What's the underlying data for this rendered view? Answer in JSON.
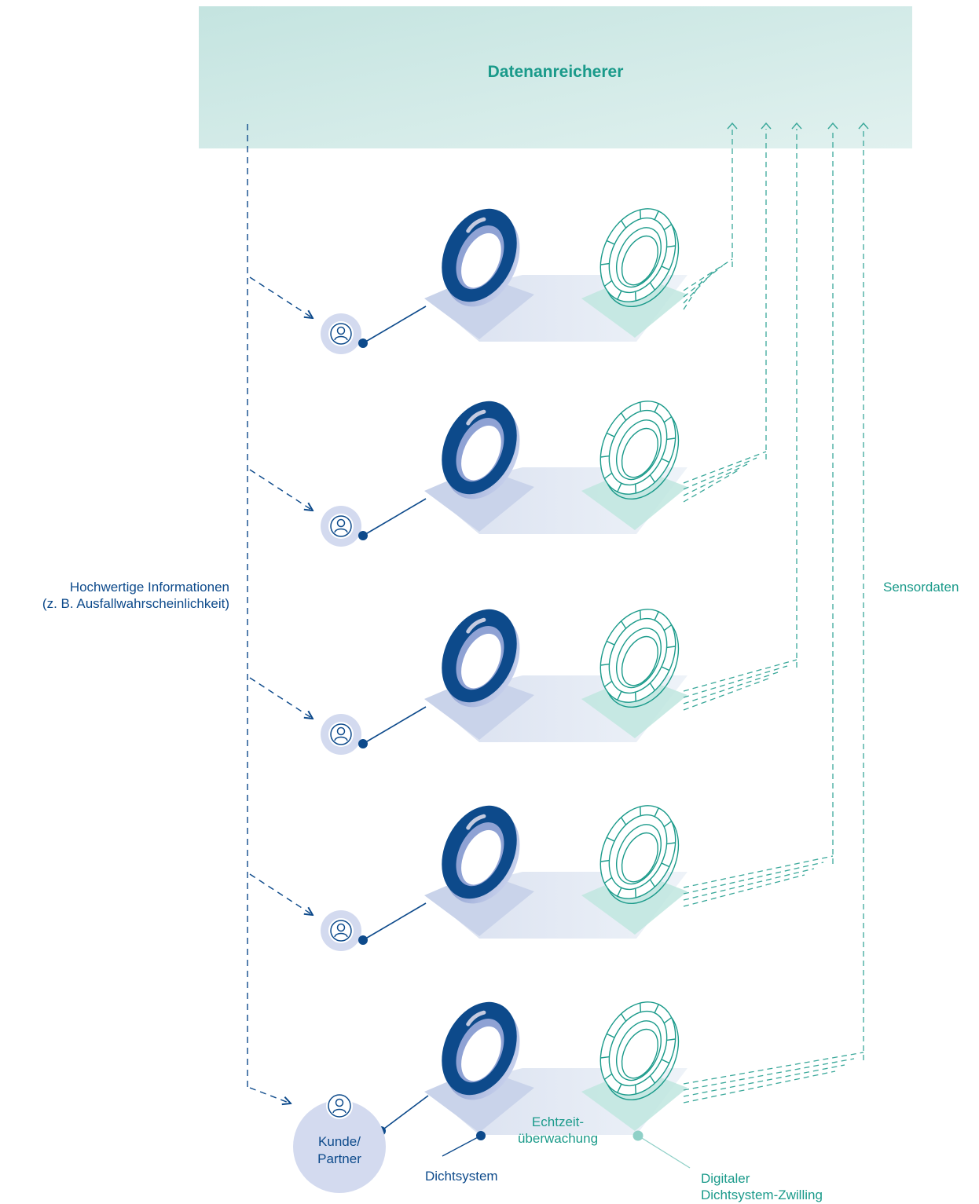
{
  "title": "Datenanreicherer",
  "left_label": [
    "Hochwertige Informationen",
    "(z. B. Ausfallwahrscheinlichkeit)"
  ],
  "right_label": "Sensordaten",
  "customer_label": [
    "Kunde/",
    "Partner"
  ],
  "realtime_label": [
    "Echtzeit-",
    "überwachung"
  ],
  "seal_label": "Dichtsystem",
  "twin_label": [
    "Digitaler",
    "Dichtsystem-Zwilling"
  ],
  "colors": {
    "navy": "#0d4a8b",
    "teal": "#1a9a8a",
    "teal_light": "#8fd0c7",
    "header_bg": "#d3ecea",
    "plate": "#c9d3ea",
    "platform": "#e6ecf5",
    "twin_plate": "#bfe6df",
    "circle_bg": "#d3daef"
  },
  "icons": [
    "user-icon",
    "seal-ring-icon",
    "digital-twin-ring-icon"
  ]
}
